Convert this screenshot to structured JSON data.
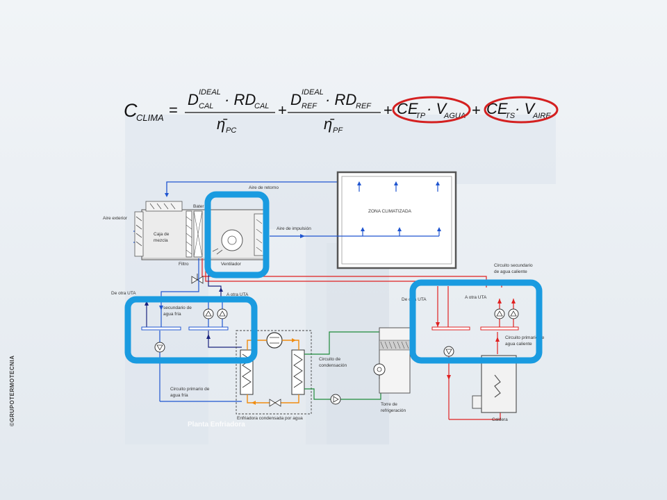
{
  "formula": {
    "lhs_main": "C",
    "lhs_sub": "CLIMA",
    "equals": "=",
    "t1_num_main": "D",
    "t1_num_sup": "IDEAL",
    "t1_num_sub": "CAL",
    "t1_num_rest": "· RD",
    "t1_num_rest_sub": "CAL",
    "t1_den_main": "η̄",
    "t1_den_sub": "PC",
    "plus": "+",
    "t2_num_main": "D",
    "t2_num_sup": "IDEAL",
    "t2_num_sub": "REF",
    "t2_num_rest": "· RD",
    "t2_num_rest_sub": "REF",
    "t2_den_main": "η̄",
    "t2_den_sub": "PF",
    "t3_main": "CE",
    "t3_sub": "TP",
    "t3_rest": "· V",
    "t3_rest_sub": "AGUA",
    "t4_main": "CE",
    "t4_sub": "TS",
    "t4_rest": "· V",
    "t4_rest_sub": "AIRE"
  },
  "labels": {
    "aire_retorno": "Aire de retorno",
    "zona": "ZONA CLIMATIZADA",
    "aire_exterior": "Aire exterior",
    "bateria": "Bater",
    "caja_1": "Caja de",
    "caja_2": "mezcla",
    "aire_impulsion": "Aire de impulsión",
    "filtro": "Filtro",
    "ventilador": "Ventilador",
    "de_otra_uta_left": "De otra UTA",
    "a_otra_uta_left": "A otra UTA",
    "sec_fria_1": "secundario de",
    "sec_fria_2": "agua fría",
    "prim_fria_1": "Circuito primario de",
    "prim_fria_2": "agua fría",
    "enfriadora": "Enfriadora condensada por agua",
    "planta": "Planta Enfriadora",
    "circ_cond_1": "Circuito de",
    "circ_cond_2": "condensación",
    "torre_1": "Torre de",
    "torre_2": "refrigeración",
    "sec_cal_1": "Circuito secundario",
    "sec_cal_2": "de agua caliente",
    "de_otra_uta_right": "De otra UTA",
    "a_otra_uta_right": "A otra UTA",
    "prim_cal_1": "Circuito primario de",
    "prim_cal_2": "agua caliente",
    "caldera": "Caldera"
  },
  "watermark": "©GRUPOTERMOTECNIA",
  "colors": {
    "highlight": "#1a9be0",
    "ellipse": "#d42020",
    "hot": "#e02020",
    "cold": "#1f55d0",
    "cold_dark": "#1a237e",
    "green": "#1e8a3a",
    "orange": "#f08c10"
  }
}
